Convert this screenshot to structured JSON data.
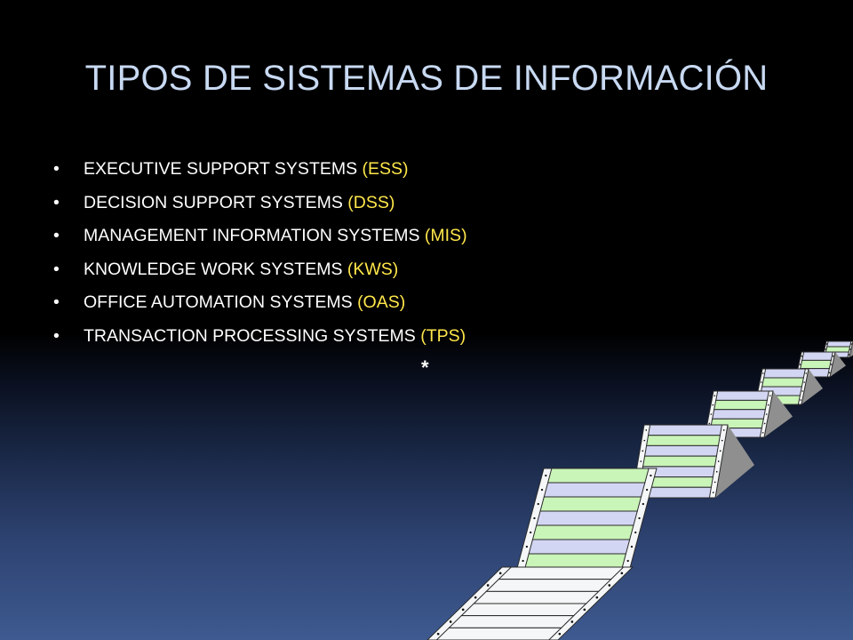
{
  "slide": {
    "title": "TIPOS DE SISTEMAS DE INFORMACIÓN",
    "bullet_symbol": "•",
    "items": [
      {
        "name": "EXECUTIVE SUPPORT SYSTEMS",
        "abbr": "(ESS)"
      },
      {
        "name": "DECISION SUPPORT SYSTEMS",
        "abbr": "(DSS)"
      },
      {
        "name": "MANAGEMENT INFORMATION SYSTEMS",
        "abbr": "(MIS)"
      },
      {
        "name": "KNOWLEDGE WORK SYSTEMS",
        "abbr": "(KWS)"
      },
      {
        "name": "OFFICE AUTOMATION SYSTEMS",
        "abbr": "(OAS)"
      },
      {
        "name": "TRANSACTION PROCESSING SYSTEMS",
        "abbr": "(TPS)"
      }
    ],
    "footnote_mark": "*"
  },
  "colors": {
    "title": "#c8d9f2",
    "text": "#ffffff",
    "abbr": "#ffe74a",
    "paper_green": "#c9f5b8",
    "paper_lavender": "#d3d6f3",
    "paper_white": "#f4f6f7"
  },
  "illustration": {
    "name": "continuous-form-paper-icon"
  }
}
